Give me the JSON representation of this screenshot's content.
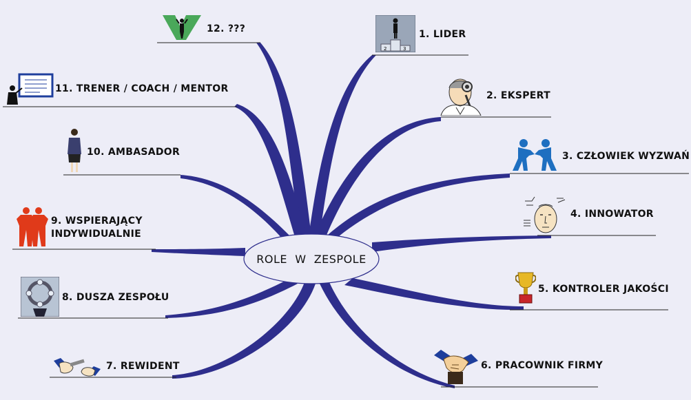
{
  "center": {
    "label": "ROLE  W  ZESPOLE"
  },
  "roles": [
    {
      "id": "lider",
      "label": "1. LIDER",
      "icon": "podium-icon"
    },
    {
      "id": "ekspert",
      "label": "2. EKSPERT",
      "icon": "magnifier-expert-icon"
    },
    {
      "id": "czlowiek-wyzwan",
      "label": "3. CZŁOWIEK WYZWAŃ",
      "icon": "fighters-icon"
    },
    {
      "id": "innowator",
      "label": "4. INNOWATOR",
      "icon": "thinking-head-icon"
    },
    {
      "id": "kontroler-jakosci",
      "label": "5. KONTROLER JAKOŚCI",
      "icon": "trophy-icon"
    },
    {
      "id": "pracownik-firmy",
      "label": "6. PRACOWNIK FIRMY",
      "icon": "handshake-icon"
    },
    {
      "id": "rewident",
      "label": "7. REWIDENT",
      "icon": "hands-pen-icon"
    },
    {
      "id": "dusza-zespolu",
      "label": "8. DUSZA ZESPOŁU",
      "icon": "team-circle-icon"
    },
    {
      "id": "wspierajacy",
      "label_line1": "9. WSPIERAJĄCY",
      "label_line2": "INDYWIDUALNIE",
      "icon": "supporting-people-icon"
    },
    {
      "id": "ambasador",
      "label": "10. AMBASADOR",
      "icon": "businesswoman-icon"
    },
    {
      "id": "trener",
      "label": "11. TRENER / COACH / MENTOR",
      "icon": "presenter-board-icon"
    },
    {
      "id": "nieznany",
      "label": "12. ???",
      "icon": "person-crossroads-icon"
    }
  ],
  "colors": {
    "branch": "#2e2e8c",
    "underline": "#222222",
    "background": "#ededf7",
    "ellipse_fill": "#ececf6",
    "ellipse_stroke": "#2e2e8c"
  }
}
